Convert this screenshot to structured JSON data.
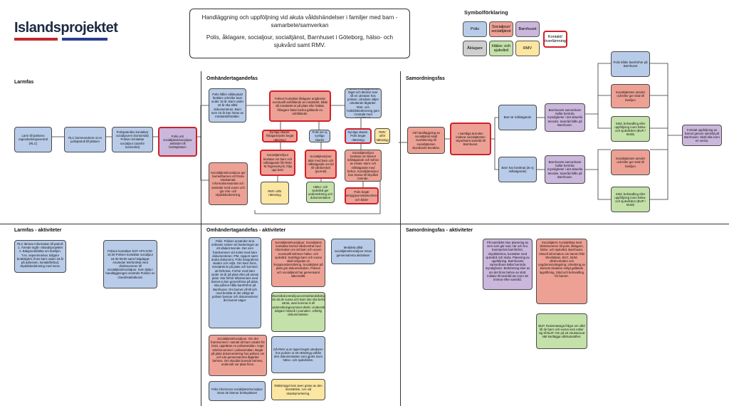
{
  "logo": {
    "text": "Islandsprojektet",
    "bar_left_color": "#c0272d",
    "bar_right_color": "#2a3d8f"
  },
  "title": {
    "line1": "Handläggning och uppföljning vid akuta våldshändelser i familjer med barn - samarbete/samverkan",
    "line2": "Polis, åklagare, socialjour, socialtjänst, Barnhuset i Göteborg, hälso- och sjukvård samt RMV."
  },
  "legend": {
    "title": "Symbolförklaring",
    "items": [
      {
        "label": "Polis",
        "color": "#b8cbe8"
      },
      {
        "label": "Socialjour/ socialtjänst",
        "color": "#eda195"
      },
      {
        "label": "Barnhuset",
        "color": "#cbb7dc"
      },
      {
        "label": "Kontakt/ överlämning",
        "color": "#ffffff"
      },
      {
        "label": "Åklagare",
        "color": "#cfcfcf"
      },
      {
        "label": "Hälso- och sjukvård",
        "color": "#c4e1a9"
      },
      {
        "label": "RMV",
        "color": "#fbe6a2"
      }
    ]
  },
  "sections": {
    "larmfas": "Larmfas",
    "omhandertagandefas": "Omhändertagandefas",
    "samordningsfas": "Samordningsfas",
    "larmfas_akt": "Larmfas - aktiviteter",
    "omhandertagandefas_akt": "Omhändertagandefas - aktiviteter",
    "samordningsfas_akt": "Samordningsfas - aktiviteter"
  },
  "nodes": {
    "larm": "Larm till polisens regionledningscentral (RLC)",
    "rlc": "RLC kommenderar ut en polispatrull till platsen",
    "patrull": "Polispatrullen kontaktar socialjouren (kontorstid) Polisen kontaktar socialjour (utanför kontorstid)",
    "polis_soc": "Polis och socialtjänst/socialjour anländer till brottsplatsen",
    "polis_haller": "Polis håller våldsutsatt förälder och/eller barn under 15 år. Barn under 18 år ska alltid dokumenteras. Barn över 15 år kan höras av misstänkt/förälder.",
    "polisen_kontaktar": "Polisen kontaktar åklagare angående eventuellt anhållande av misstänkt, både då misstänkt är på plats eller häktat. Åklagare fattar beslut gällande ev. anhållande.",
    "patrull_avrapp": "Patrullen avrapporterar läget och lämnar över till en utredare hos polisen. Utredare väljer utredande åtgärder. Risk- och hotbildsbedömning görs i kontakt med socialtjänst.",
    "synliga1": "Synliga skador. Åklagare/polis begär rättsintyg",
    "polis_ser": "Polis ser ej synliga skador",
    "synliga2": "Synliga skador. Polis begär rättsintyg",
    "rmv_utfor": "RMV utför rättsintyg",
    "soc_beslutar": "Socialtjänst/jour beslutar om barn och målsägande får RMV. Ta fingeravtryck, följa upp barn",
    "soc_talar": "Socialtjänst/jour talar med barn och målsägande om tid till vårdcentral (journal)",
    "socjour_ger": "Socialtjänst/socialjour ger barnet/barnen ett första stödsamtal, informationssamtal och samtalar med vuxen och gör risk- och skyddsbedömning.",
    "rmv_utfor2": "RMV utför rättsintyg",
    "halso_ger": "Hälso- och sjukvård ger undersökning och dokumentation",
    "soc_beslutar2": "Socialtjänst/jour beslutar om barnet målsägande och behov av insats. Barn och målsägande med behov. Socialtjänst/jour kan slussa till skyddat boende.",
    "polis_begar": "Polis begär rättsintyg/journalanteckningar och bilder",
    "vid_handlaggning": "Vid handläggning av socialtjänst skall överlämning till socialtjänsten skyndsamt bevakas.",
    "samtliga": "I samtliga ärenden initierar socialtjänsten skyndsamt samråd till Barnhuset.",
    "barn_malsagande": "Barn är målsägande",
    "barn_bevittnat": "Barn har bevittnat (är ej målsägande)",
    "barnhus1": "Barnhusets samordnare kallar berörda myndigheter i det aktuella ärendet. Samråd hålls på Barnhuset.",
    "barnhus2": "Barnhusets samordnare kallar berörda myndigheter i det aktuella ärendet. Samråd hålls på Barnhuset.",
    "polis_haller_barnforhor": "Polis håller barnförhör på Barnhuset",
    "soc_utreder1": "Socialtjänsten utreder och/eller ger stöd till familjen",
    "stod1": "Stöd, behandling eller uppföljning inom hälso- och sjukvården (BUP / BUM)",
    "soc_utreder2": "Socialtjänsten utreder och/eller ger stöd till familjen",
    "stod2": "Stöd, behandling eller uppföljning inom hälso- och sjukvården (BUP / BUM)",
    "fortsatt": "Fortsatt uppföljning av barnet genom samråd på Barnhuset. Skall alla inom en vecka.",
    "rlc_akt": "RLC lämnar information till patrull: 1. Ärende ingår i Islandsprojektet 2. Bakgrundsfakta om familjen. T.ex. vapeninnehav, tidigare brottslighet, finns barn under 18 år på adressen, kontaktförbud, skyddsbedömning med mera.",
    "polisen_kontaktar_sof": "Polisen kontaktar SOF APH 8:00-16:30 Polisen kontaktar socialjour 16:30-08:00 samt helgdagar. Använder telefonlista med direktnummer till socialtjänst/socialjour. Som hjälp i handläggningen används Polisen en checklista/lathund.",
    "polis_akt": "Polis. Polisen använder sina ordinarie rutiner vid hanteringen av ett sådant ärende. Det som framkommer vid mötet med barn dokumenteras i PM, rapport samt andra dokument. Polis fotograferar skador och miljö. Om barn finns, misstänkt är på plats och kommer att förhöras. Förhör med barn under 15 år på plats eller på annan plats. När förhör tillsammans med barnet ej kan genomföras på plats, ska polisen hålla barnförhör på Barnhuset. Om barnet vill till och med berätta är det viktigt att polisen lyssnar och dokumenterar det barnet säger.",
    "soc_akt1": "Socialtjänst/socialjour. Socialtjänst kontaktar berörd vårdcentral med information om att barn och vuxen eventuellt behöver hälso- och sjukvård. Samtliga barn och vuxna skall erbjudas en kroppsundersökning. Socialtjänst på plats gör dokumentation. Polisen och socialtjänst har gemensamt säkerställt.",
    "medd_rmv": "Meddela alltid socialtjänst/socialjour innan gemensamma aktiviteter",
    "sjukhus_akt": "Sjukhus/vårdcentral/jourcentral/tandvårdsjour. Rutin att de vuxna och barn inte ska behöva vänta, utan komma in till undersökningsrummet direkt. Undersök tidigare historik i journalen. Utförlig dokumentation.",
    "soc_akt2": "Socialtjänst/socialjour. Om det framkommer i samtal att barn utsatts för brott, upprättas en polisanmälan. Ange telefonnummer i polisanmälan. Begär på plats dokumentering hos polisen om och när gemensamma åtgärder behövs. Om skyddat boende behövs, undersök var plats finns.",
    "rmv_akt": "Då RMV ej är öppet begär utredaren hos polisen ut ett rättsintyg utifrån den dokumentation som gjorts inom hälso- och sjukvården.",
    "polis_informerar": "Polis informerar socialtjänst/socialjour innan de lämnar brottsplatsen",
    "rattsintyg_akt": "Rättsintyget kan även göras av den misstänkte, t.ex vid skadeprioritering.",
    "barnhus_akt": "På samrådet sker planering av vem som gör vad, när och hur. Exempelvis barnförhör, skyddsbehov, kontakter med sjukvård och skola. Planering av uppföljning. Barnhusets samordnare kallar berörda myndigheter. Bedömning sker av om det finns behov av stöd. Initiativ till samråd tas inom 48 timmar efter samråd.",
    "soc_samord": "Socialtjänst. Kontaktlista med direktnummer till polis, åklagare, hälso- och sjukvård, Barnhuset. Aktuell information om barnet från Elevhälsan, BVC, BUM, vårdcentralen och ungdomsmottagning. Utredning av barnets situation enligt gällande lagstiftning. Stöd och behandling för barnet.",
    "bup_akt": "BUP. Rutinmässiga frågor om våld till de barn och vuxna som söker sig till BUP. Om på ett strukturerat sätt kartlägga våldsutsatthet."
  }
}
